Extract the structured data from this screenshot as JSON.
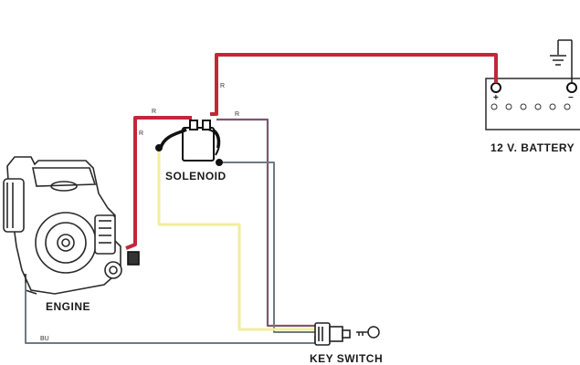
{
  "labels": {
    "engine": "ENGINE",
    "solenoid": "SOLENOID",
    "battery": "12 V. BATTERY",
    "key_switch": "KEY SWITCH"
  },
  "wire_codes": {
    "r1": "R",
    "r2": "R",
    "r3": "R",
    "r4": "R",
    "bu": "BU"
  },
  "terminals": {
    "positive": "+",
    "negative": "−"
  },
  "colors": {
    "red_wire": "#c0283a",
    "yellow_wire": "#f2ee9c",
    "purple_wire": "#7a5870",
    "gray_wire": "#6f7a82",
    "ink": "#1a1a1a"
  }
}
